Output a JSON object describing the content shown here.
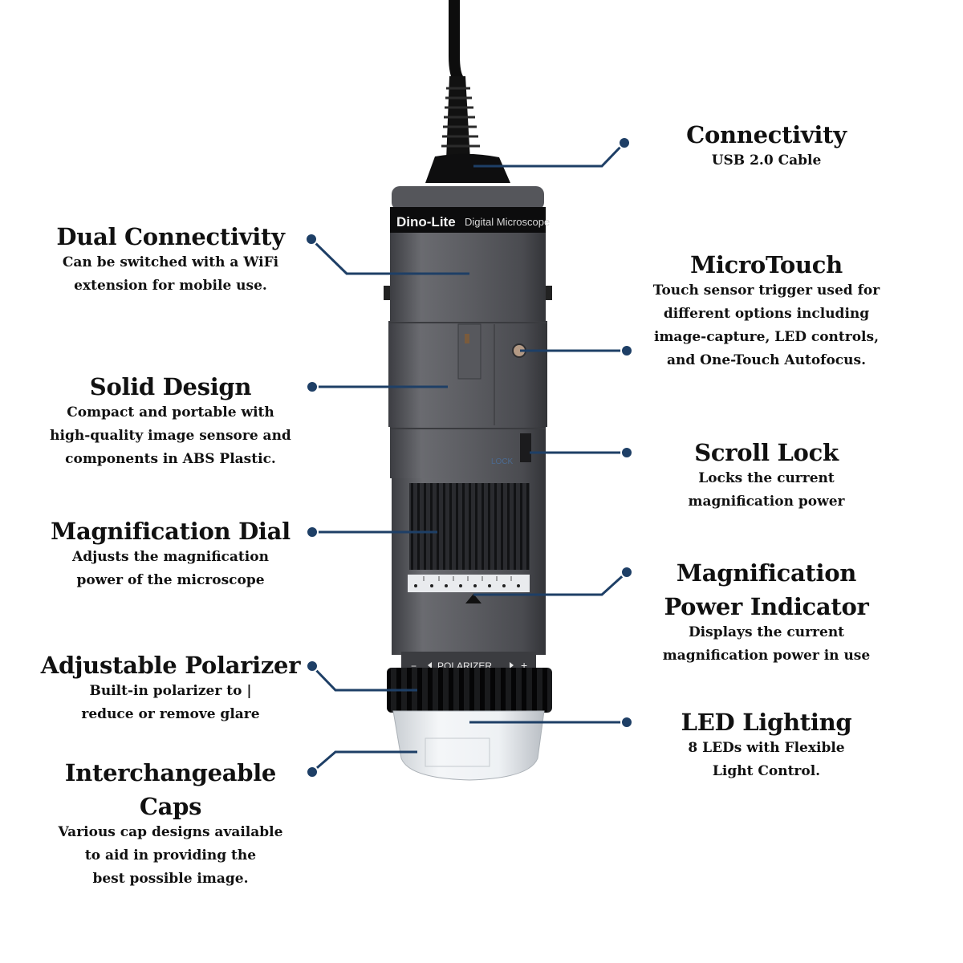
{
  "device": {
    "brand": "Dino-Lite",
    "product": "Digital Microscope",
    "polarizer_label": "POLARIZER",
    "minus": "−",
    "plus": "+",
    "lock_label": "LOCK"
  },
  "features": {
    "connectivity": {
      "title": "Connectivity",
      "lines": [
        "USB 2.0 Cable"
      ]
    },
    "dual_connectivity": {
      "title": "Dual Connectivity",
      "lines": [
        "Can be switched with a WiFi",
        "extension for mobile use."
      ]
    },
    "microtouch": {
      "title": "MicroTouch",
      "lines": [
        "Touch sensor trigger used for",
        "different options including",
        "image-capture, LED controls,",
        "and One-Touch Autofocus."
      ]
    },
    "solid_design": {
      "title": "Solid Design",
      "lines": [
        "Compact and portable with",
        "high-quality image sensore and",
        "components in ABS Plastic."
      ]
    },
    "scroll_lock": {
      "title": "Scroll Lock",
      "lines": [
        "Locks the current",
        "magnification power"
      ]
    },
    "magnification_dial": {
      "title": "Magnification Dial",
      "lines": [
        "Adjusts the magnification",
        "power of the microscope"
      ]
    },
    "power_indicator": {
      "title_line1": "Magnification",
      "title_line2": "Power Indicator",
      "lines": [
        "Displays the current",
        "magnification power in use"
      ]
    },
    "polarizer": {
      "title": "Adjustable Polarizer",
      "lines": [
        "Built-in polarizer to |",
        "reduce or remove glare"
      ]
    },
    "led_lighting": {
      "title": "LED Lighting",
      "lines": [
        "8 LEDs with Flexible",
        "Light Control."
      ]
    },
    "caps": {
      "title_line1": "Interchangeable",
      "title_line2": "Caps",
      "lines": [
        "Various cap designs available",
        "to aid in providing the",
        "best possible image."
      ]
    }
  },
  "colors": {
    "callout": "#1e3f66",
    "body": "#5b5c61",
    "cable": "#0d0d0d"
  }
}
